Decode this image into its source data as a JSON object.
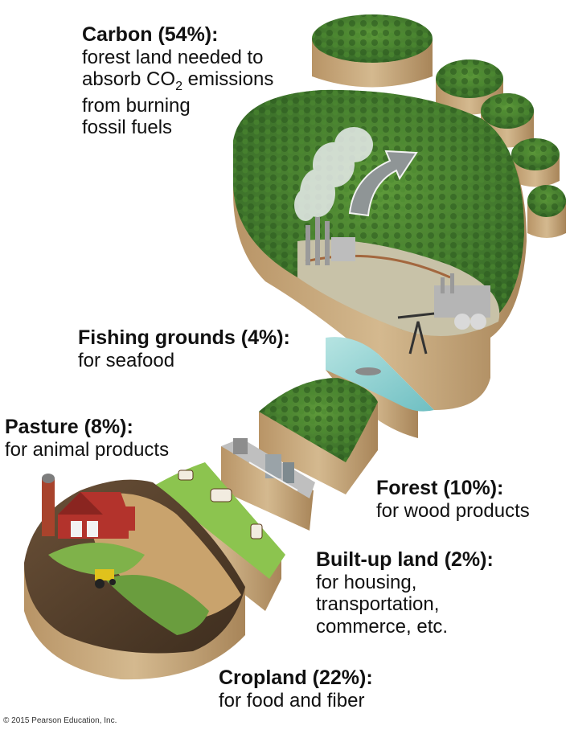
{
  "labels": {
    "carbon": {
      "heading": "Carbon (54%):",
      "line1": "forest land needed to",
      "line2_pre": "absorb CO",
      "line2_sub": "2",
      "line2_post": " emissions",
      "line3": "from burning",
      "line4": "fossil fuels"
    },
    "fishing": {
      "heading": "Fishing grounds (4%):",
      "line1": "for seafood"
    },
    "pasture": {
      "heading": "Pasture (8%):",
      "line1": "for animal products"
    },
    "forest": {
      "heading": "Forest (10%):",
      "line1": "for wood products"
    },
    "builtup": {
      "heading": "Built-up land (2%):",
      "line1": "for housing,",
      "line2": "transportation,",
      "line3": "commerce, etc."
    },
    "cropland": {
      "heading": "Cropland (22%):",
      "line1": "for food and fiber"
    }
  },
  "copyright": "© 2015 Pearson Education, Inc.",
  "colors": {
    "soil": "#c9a97e",
    "soil_dark": "#a88559",
    "forest": "#3f7a2c",
    "grass": "#7fb24a",
    "water": "#8fd0d0",
    "barn": "#b3332c",
    "text": "#111111"
  }
}
